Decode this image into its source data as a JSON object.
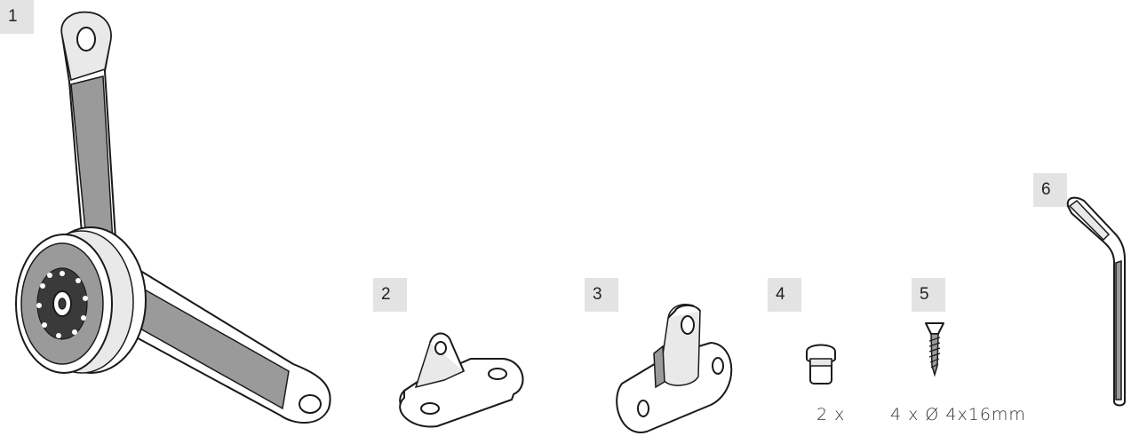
{
  "parts": [
    {
      "number": "1",
      "name": "lever-arm"
    },
    {
      "number": "2",
      "name": "mounting-bracket"
    },
    {
      "number": "3",
      "name": "pivot-plate"
    },
    {
      "number": "4",
      "name": "cap"
    },
    {
      "number": "5",
      "name": "screw"
    },
    {
      "number": "6",
      "name": "allen-key"
    }
  ],
  "quantities": {
    "cap": "2 x",
    "screw": "4 x Ø 4x16mm"
  }
}
